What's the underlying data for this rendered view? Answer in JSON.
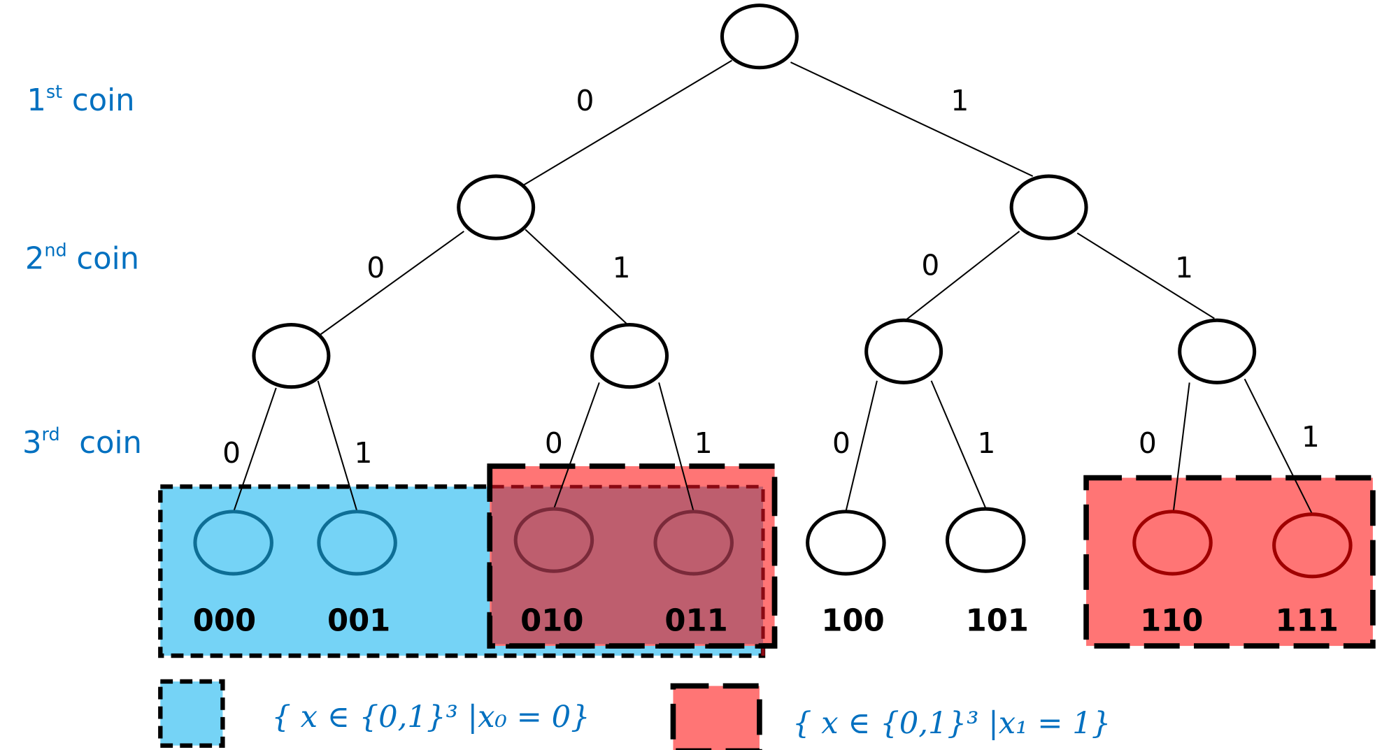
{
  "row_labels": [
    {
      "main": "1",
      "sup": "st",
      "rest": " coin"
    },
    {
      "main": "2",
      "sup": "nd",
      "rest": " coin"
    },
    {
      "main": "3",
      "sup": "rd",
      "rest": "  coin"
    }
  ],
  "edge_labels": {
    "level1": [
      "0",
      "1"
    ],
    "level2": [
      "0",
      "1",
      "0",
      "1"
    ],
    "level3": [
      "0",
      "1",
      "0",
      "1",
      "0",
      "1",
      "0",
      "1"
    ]
  },
  "leaves": [
    "000",
    "001",
    "010",
    "011",
    "100",
    "101",
    "110",
    "111"
  ],
  "legend": {
    "blue": "{ x ∈ {0,1}³ |x₀ = 0}",
    "red": "{ x ∈ {0,1}³ |x₁ = 1}"
  },
  "colors": {
    "blue_fill": "#75D3F6",
    "red_fill": "#FF7575",
    "overlap_fill": "#BE5E6E",
    "label_blue": "#0070C0"
  }
}
